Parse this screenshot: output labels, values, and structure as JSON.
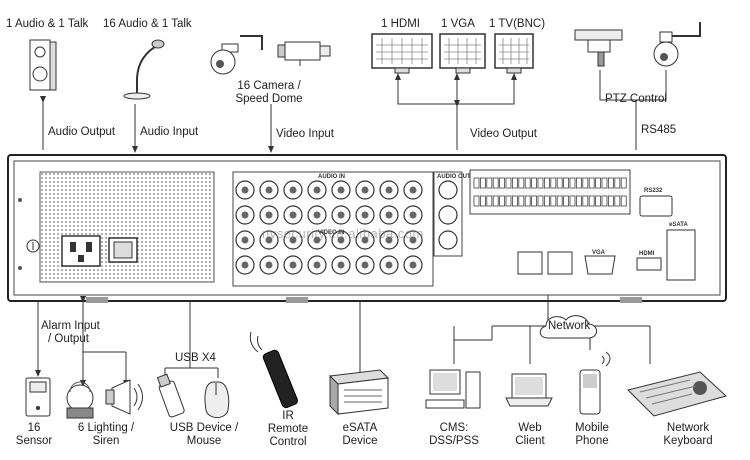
{
  "top": {
    "audio_1talk": "1 Audio & 1 Talk",
    "audio_16talk": "16 Audio & 1 Talk",
    "audio_output": "Audio  Output",
    "audio_input": "Audio  Input",
    "camera_line1": "16 Camera /",
    "camera_line2": "Speed Dome",
    "video_input": "Video Input",
    "hdmi": "1 HDMI",
    "vga": "1 VGA",
    "tv": "1 TV(BNC)",
    "video_output": "Video Output",
    "ptz_control": "PTZ Control",
    "rs485": "RS485"
  },
  "panel": {
    "audio_in": "AUDIO IN",
    "audio_out": "AUDIO OUT",
    "video_in": "VIDEO IN",
    "rs232": "RS232",
    "vga": "VGA",
    "hdmi": "HDMI",
    "esata": "eSATA",
    "watermark": "nvsecurity.en.alibaba.com"
  },
  "bottom": {
    "alarm_line1": "Alarm Input",
    "alarm_line2": "/ Output",
    "usb_x4": "USB X4",
    "network": "Network",
    "sensor_line1": "16",
    "sensor_line2": "Sensor",
    "lighting_line1": "6 Lighting /",
    "lighting_line2": "Siren",
    "usb_line1": "USB Device /",
    "usb_line2": "Mouse",
    "ir_line1": "IR",
    "ir_line2": "Remote",
    "ir_line3": "Control",
    "esata_line1": "eSATA",
    "esata_line2": "Device",
    "cms_line1": "CMS:",
    "cms_line2": "DSS/PSS",
    "web_line1": "Web",
    "web_line2": "Client",
    "mobile_line1": "Mobile",
    "mobile_line2": "Phone",
    "keyboard_line1": "Network",
    "keyboard_line2": "Keyboard"
  }
}
